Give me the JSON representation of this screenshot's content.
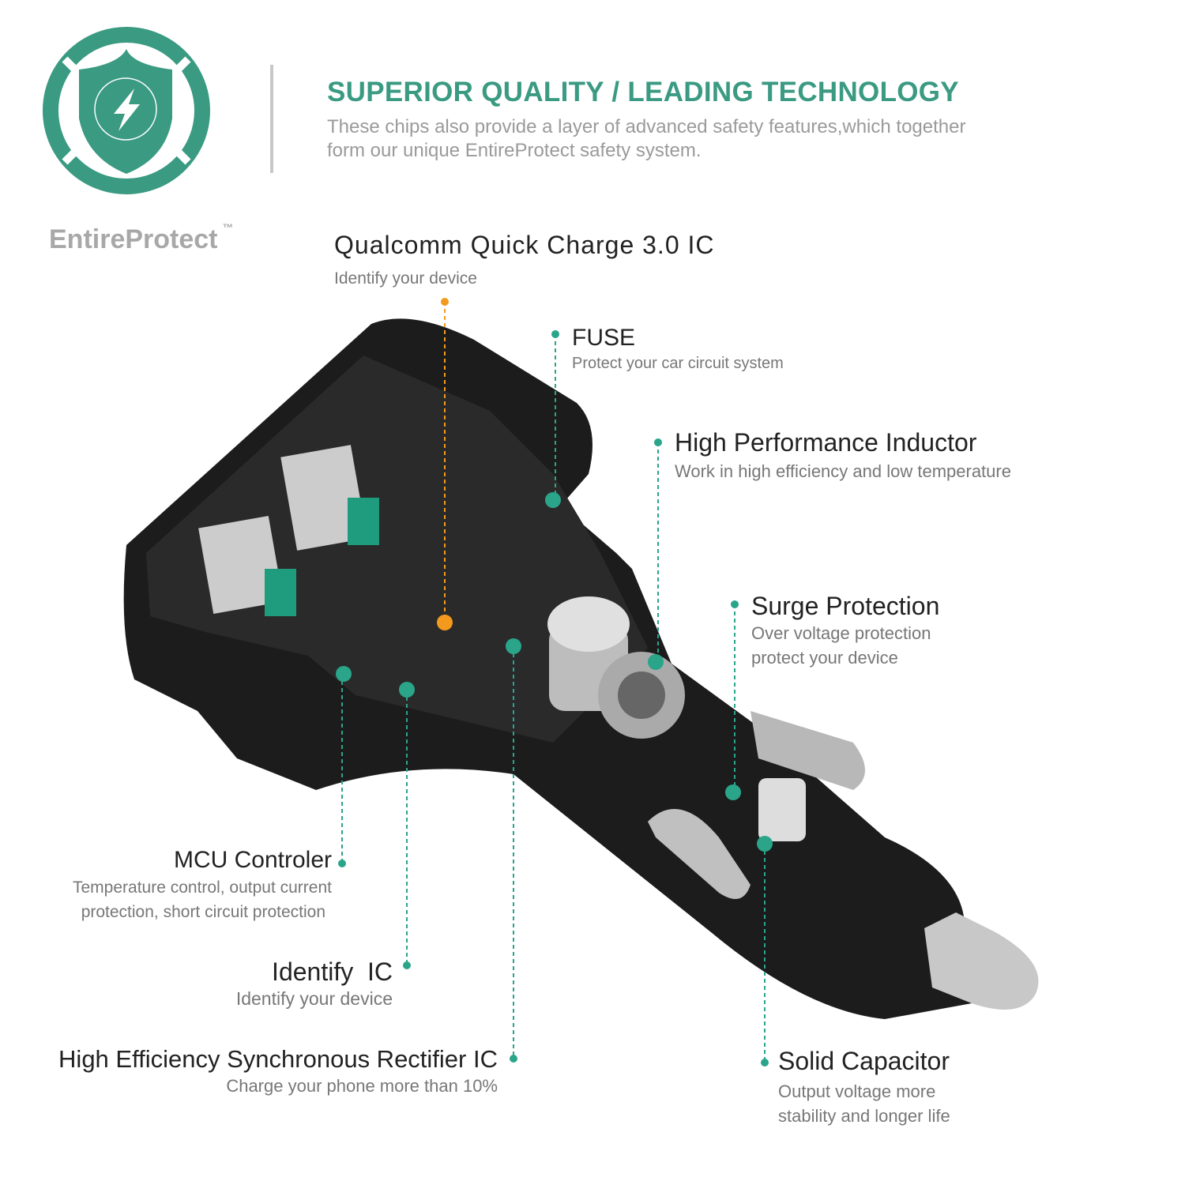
{
  "brand": {
    "name": "EntireProtect",
    "tm": "™"
  },
  "header": {
    "title": "SUPERIOR QUALITY / LEADING TECHNOLOGY",
    "subtitle_lines": [
      "These chips also provide a layer of advanced safety features,which together",
      "form our unique EntireProtect safety system."
    ]
  },
  "colors": {
    "teal": "#3a9a82",
    "orange": "#f39a1e",
    "dark": "#1c1c1c"
  },
  "callouts": {
    "qualcomm": {
      "title": "Qualcomm Quick Charge 3.0 IC",
      "sub": [
        "Identify your device"
      ]
    },
    "fuse": {
      "title": "FUSE",
      "sub": [
        "Protect your car circuit system"
      ]
    },
    "inductor": {
      "title": "High Performance Inductor",
      "sub": [
        "Work in high efficiency and low temperature"
      ]
    },
    "surge": {
      "title": "Surge Protection",
      "sub": [
        "Over voltage protection",
        "protect your device"
      ]
    },
    "mcu": {
      "title": "MCU Controler",
      "sub": [
        "Temperature control, output current",
        "protection, short circuit protection"
      ]
    },
    "identify": {
      "title": "Identify  IC",
      "sub": [
        "Identify your device"
      ]
    },
    "rectifier": {
      "title": "High Efficiency Synchronous Rectifier IC",
      "sub": [
        "Charge your phone more than 10%"
      ]
    },
    "capacitor": {
      "title": "Solid Capacitor",
      "sub": [
        "Output voltage more",
        "stability and longer life"
      ]
    }
  }
}
